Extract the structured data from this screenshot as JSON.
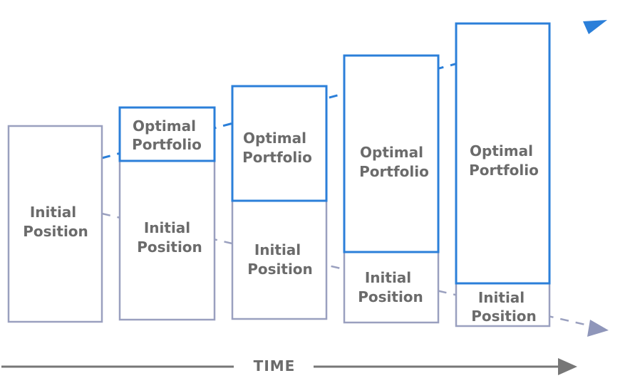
{
  "labels": {
    "optimal_line1": "Optimal",
    "optimal_line2": "Portfolio",
    "initial_line1": "Initial",
    "initial_line2": "Position",
    "time": "TIME"
  },
  "colors": {
    "optimal_stroke": "#2b7fd9",
    "initial_stroke": "#9aa0bf",
    "text": "#6b6b6b",
    "time_axis": "#777777"
  },
  "stages": [
    {
      "name": "stage-1",
      "has_optimal": false
    },
    {
      "name": "stage-2",
      "has_optimal": true
    },
    {
      "name": "stage-3",
      "has_optimal": true
    },
    {
      "name": "stage-4",
      "has_optimal": true
    },
    {
      "name": "stage-5",
      "has_optimal": true
    }
  ]
}
